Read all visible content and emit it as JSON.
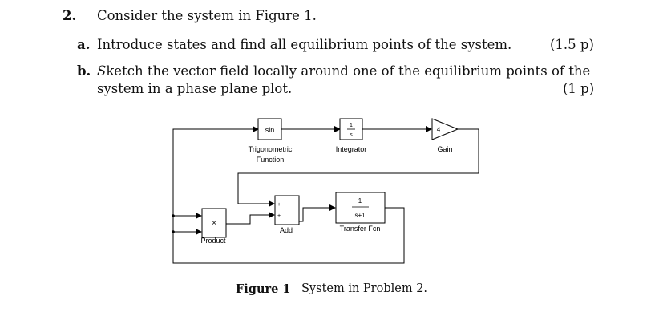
{
  "problem": {
    "number": "2.",
    "intro": "Consider the system in Figure 1.",
    "parts": [
      {
        "label": "a.",
        "text": "Introduce states and find all equilibrium points of the system.",
        "points": "(1.5 p)"
      },
      {
        "label": "b.",
        "text_line1_initial": "S",
        "text_line1_rest": "ketch the vector field locally around one of the equilibrium points of the",
        "text_line2": "system in a phase plane plot.",
        "points": "(1 p)"
      }
    ]
  },
  "diagram": {
    "blocks": {
      "sin": {
        "label": "sin",
        "caption_line1": "Trigonometric",
        "caption_line2": "Function"
      },
      "integrator": {
        "num": "1",
        "den": "s",
        "caption": "Integrator"
      },
      "gain": {
        "value": "4",
        "caption": "Gain"
      },
      "product": {
        "symbol": "×",
        "caption": "Product"
      },
      "add": {
        "sign1": "+",
        "sign2": "+",
        "caption": "Add"
      },
      "transfer_fcn": {
        "num": "1",
        "den": "s+1",
        "caption": "Transfer Fcn"
      }
    }
  },
  "figure": {
    "label": "Figure 1",
    "caption": "System in Problem 2."
  }
}
